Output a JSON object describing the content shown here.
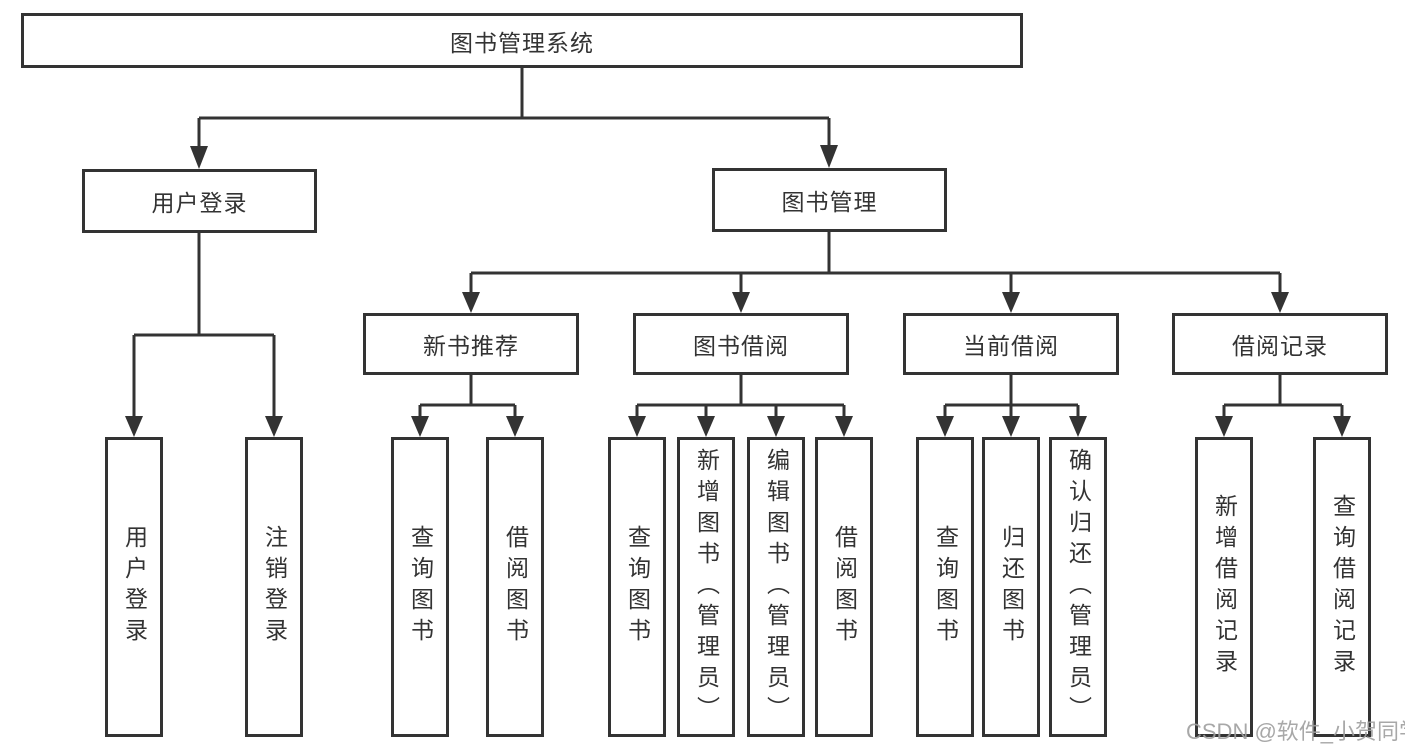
{
  "diagram_title": "图书管理系统",
  "tree": {
    "root": {
      "label": "图书管理系统",
      "children": [
        {
          "label": "用户登录",
          "children": [
            {
              "label": "用户登录"
            },
            {
              "label": "注销登录"
            }
          ]
        },
        {
          "label": "图书管理",
          "children": [
            {
              "label": "新书推荐",
              "children": [
                {
                  "label": "查询图书"
                },
                {
                  "label": "借阅图书"
                }
              ]
            },
            {
              "label": "图书借阅",
              "children": [
                {
                  "label": "查询图书"
                },
                {
                  "label": "新增图书（管理员）"
                },
                {
                  "label": "编辑图书（管理员）"
                },
                {
                  "label": "借阅图书"
                }
              ]
            },
            {
              "label": "当前借阅",
              "children": [
                {
                  "label": "查询图书"
                },
                {
                  "label": "归还图书"
                },
                {
                  "label": "确认归还（管理员）"
                }
              ]
            },
            {
              "label": "借阅记录",
              "children": [
                {
                  "label": "新增借阅记录"
                },
                {
                  "label": "查询借阅记录"
                }
              ]
            }
          ]
        }
      ]
    }
  },
  "watermark": {
    "text": "CSDN @软件_小贺同学"
  },
  "colors": {
    "line": "#333333",
    "box_border": "#333333",
    "text": "#333333",
    "watermark": "#9e9e9e",
    "background": "#ffffff"
  }
}
